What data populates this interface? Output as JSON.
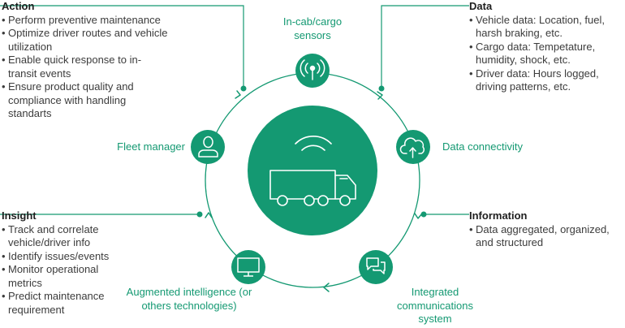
{
  "colors": {
    "accent": "#149972",
    "accent_light": "#2aa884",
    "line": "#149972",
    "text": "#3c3c3c"
  },
  "panels": {
    "action": {
      "heading": "Action",
      "items": [
        "Perform preventive maintenance",
        "Optimize driver routes and vehicle utilization",
        "Enable quick response to in-transit events",
        "Ensure product quality and compliance with handling standarts"
      ]
    },
    "data": {
      "heading": "Data",
      "items": [
        "Vehicle data: Location, fuel, harsh braking, etc.",
        "Cargo data: Tempetature, humidity, shock, etc.",
        "Driver data: Hours logged, driving patterns, etc."
      ]
    },
    "insight": {
      "heading": "Insight",
      "items": [
        "Track and correlate vehicle/driver info",
        "Identify issues/events",
        "Monitor operational metrics",
        "Predict maintenance requirement"
      ]
    },
    "information": {
      "heading": "Information",
      "items": [
        "Data aggregated, organized, and structured"
      ]
    }
  },
  "nodes": {
    "sensors": {
      "label": "In-cab/cargo sensors",
      "icon": "antenna-icon"
    },
    "connectivity": {
      "label": "Data connectivity",
      "icon": "cloud-upload-icon"
    },
    "communications": {
      "label": "Integrated communications system",
      "icon": "chat-bubbles-icon"
    },
    "intelligence": {
      "label": "Augmented intelligence (or others technologies)",
      "icon": "monitor-icon"
    },
    "fleet": {
      "label": "Fleet manager",
      "icon": "person-icon"
    }
  },
  "center": {
    "icon": "connected-truck-icon"
  }
}
